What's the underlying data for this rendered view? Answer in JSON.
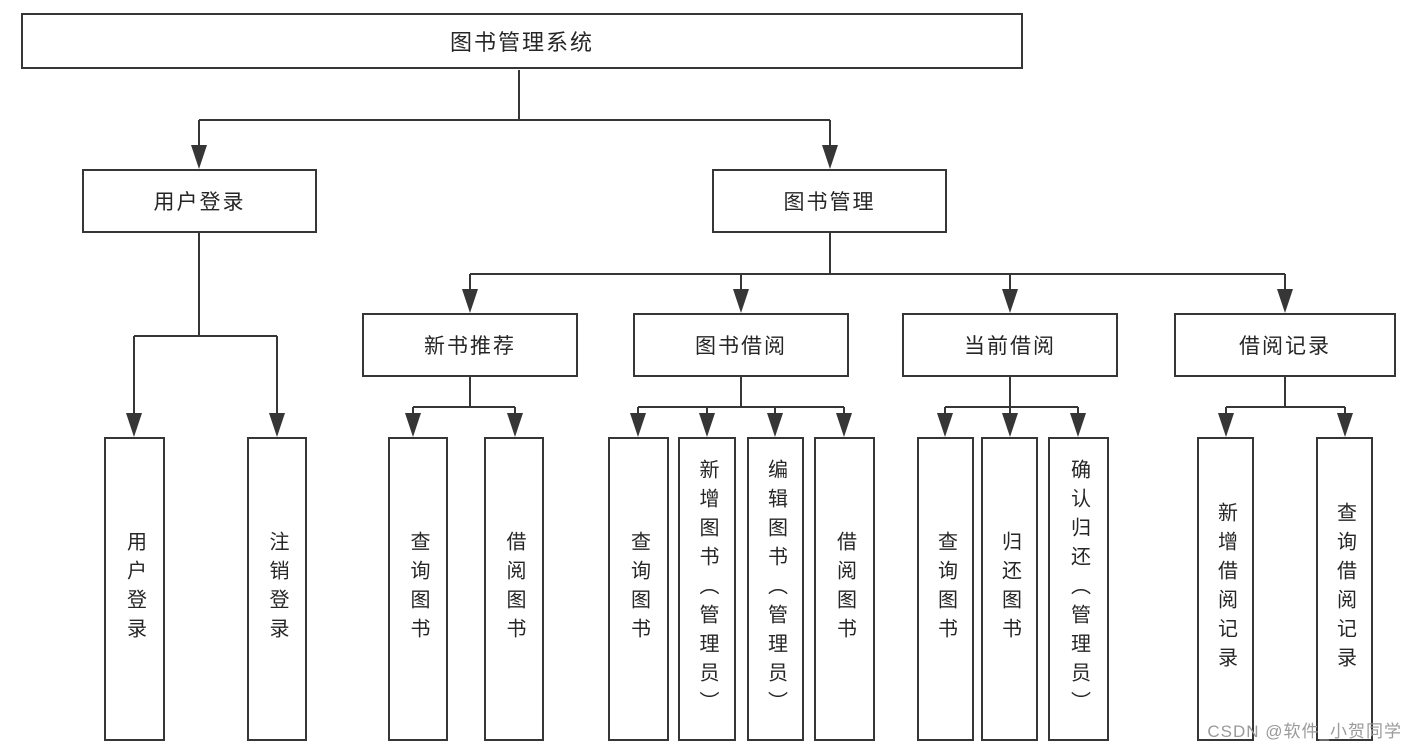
{
  "diagram_title": "图书管理系统",
  "colors": {
    "line": "#363636",
    "box_border": "#363636",
    "text": "#262626",
    "background": "#ffffff",
    "watermark": "#9a9a9a"
  },
  "nodes": {
    "root": "图书管理系统",
    "level2": [
      "用户登录",
      "图书管理"
    ],
    "level3": [
      "新书推荐",
      "图书借阅",
      "当前借阅",
      "借阅记录"
    ],
    "leaves": [
      "用户登录",
      "注销登录",
      "查询图书",
      "借阅图书",
      "查询图书",
      "新增图书（管理员）",
      "编辑图书（管理员）",
      "借阅图书",
      "查询图书",
      "归还图书",
      "确认归还（管理员）",
      "新增借阅记录",
      "查询借阅记录"
    ]
  },
  "watermark": "CSDN @软件_小贺同学"
}
